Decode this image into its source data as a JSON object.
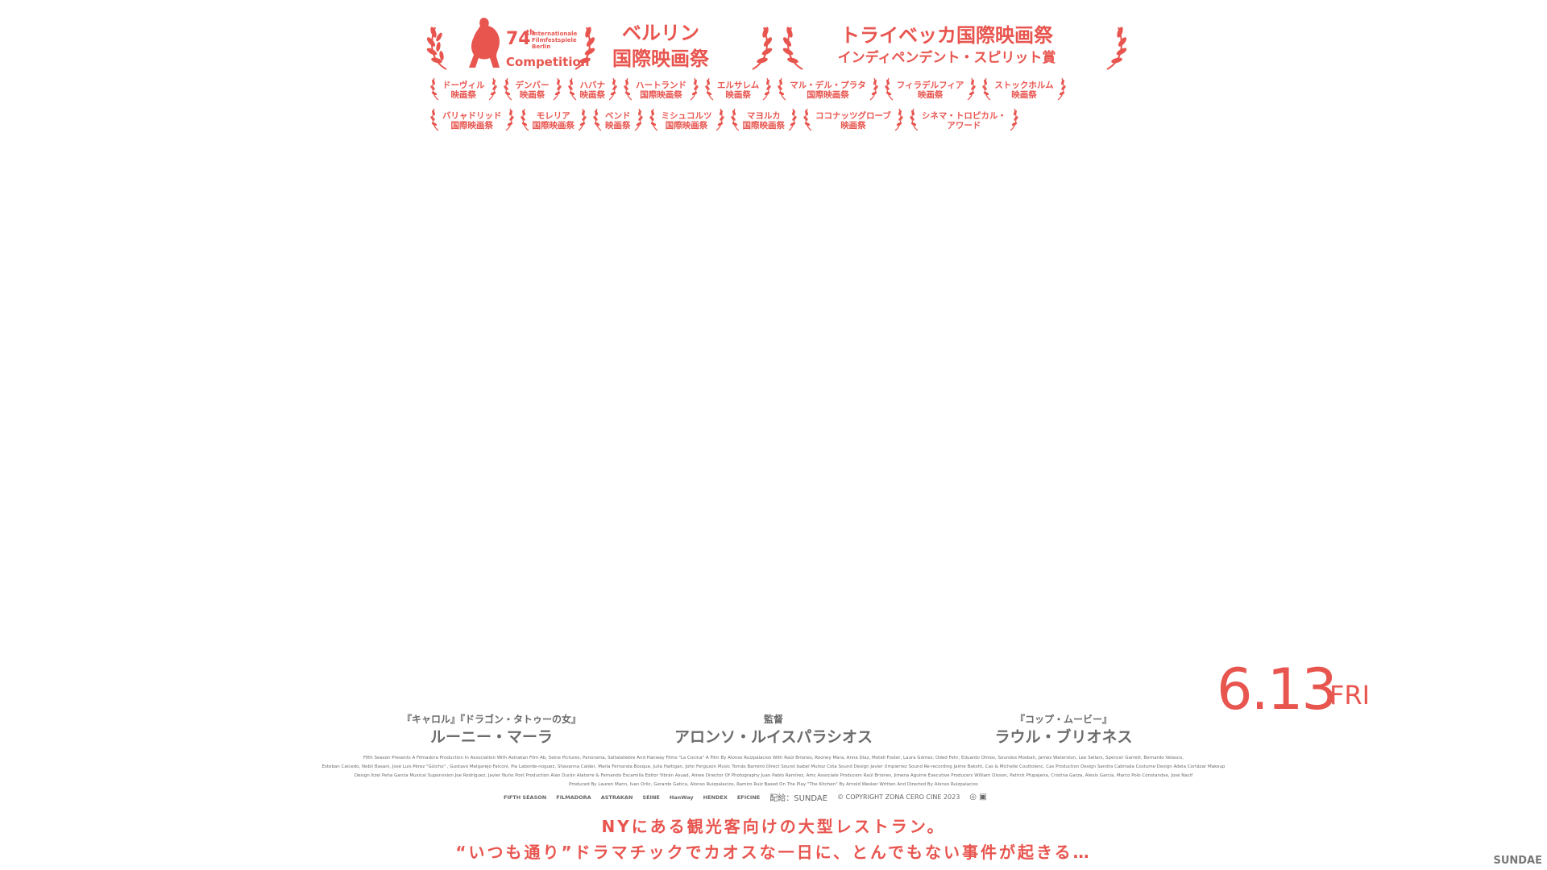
{
  "awards": {
    "berlinale": {
      "number": "74",
      "number_suffix": "th",
      "small_lines": [
        "Internationale",
        "Filmfestspiele",
        "Berlin"
      ],
      "competition": "Competition"
    },
    "berlin": [
      "ベルリン",
      "国際映画祭"
    ],
    "tribeca": [
      "トライベッカ国際映画祭",
      "インディペンデント・スピリット賞"
    ]
  },
  "festivals_row1": [
    [
      "ドーヴィル",
      "映画祭"
    ],
    [
      "デンバー",
      "映画祭"
    ],
    [
      "ハバナ",
      "映画祭"
    ],
    [
      "ハートランド",
      "国際映画祭"
    ],
    [
      "エルサレム",
      "映画祭"
    ],
    [
      "マル・デル・プラタ",
      "国際映画祭"
    ],
    [
      "フィラデルフィア",
      "映画祭"
    ],
    [
      "ストックホルム",
      "映画祭"
    ]
  ],
  "festivals_row2": [
    [
      "バリャドリッド",
      "国際映画祭"
    ],
    [
      "モレリア",
      "国際映画祭"
    ],
    [
      "ベンド",
      "映画祭"
    ],
    [
      "ミシュコルツ",
      "国際映画祭"
    ],
    [
      "マヨルカ",
      "国際映画祭"
    ],
    [
      "ココナッツグローブ",
      "映画祭"
    ],
    [
      "シネマ・トロピカル・",
      "アワード"
    ]
  ],
  "release": {
    "date": "6.13",
    "day": "FRI"
  },
  "cast": [
    {
      "credit": "『キャロル』『ドラゴン・タトゥーの女』",
      "name": "ルーニー・マーラ"
    },
    {
      "credit": "監督",
      "name": "アロンソ・ルイスパラシオス"
    },
    {
      "credit": "『コップ・ムービー』",
      "name": "ラウル・ブリオネス"
    }
  ],
  "fine_print": [
    "Fifth Season Presents A Filmadora Production    In Association With Astrakan Film Ab, Seine Pictures, Panorama, Saltalaliebre And Hanway Films \"La Cocina\" A Film By Alonso Ruizpalacios With Raúl Briones, Rooney Mara, Anna Díaz, Motell Foster, Laura Gómez, Oded Fehr, Eduardo Olmos, Soundos Mosbah, James Waterston, Lee Sellars, Spencer Garrett, Bernardo Velasco,",
    "Esteban Caicedo, Nebli Basani, José Luis Pérez \"Güicho\" , Gustavo Melgarejo Falconi, Pia Laborde-noguez, Shavanna Calder, María Fernanda Bosque, Julia Haltigan, John Ferguson Music Tomás Barreiro Direct Sound Isabel Muñoz Cota Sound Design Javier Umpierrez Sound Re-recording Jaime Baksht, Cas & Michelle Couttolenc, Cas Production Design Sandra Cabriada Costume Design Adela Cortázar Makeup",
    "Design Itzel Peña García Musical Supervision Joe Rodríguez, Javier Nuño Post Production Alan Durán Alatorre & Fernando Escamilla Editor Yibrán Asuad, Amee Director Of Photography Juan Pablo Ramírez, Amc   Associate Producers Raúl Briones, Jimena Aguirre Executive Producers William Olsson, Patrick Pfupajena, Cristina Garza, Alexis García, Marco Polo Constandse, José Nacif",
    "Produced By Lauren Mann, Ivan Orlic, Gerardo Gatica, Alonso Ruizpalacios, Ramiro Ruiz Based On The Play \"The Kitchen\" By Arnold Wesker Written And Directed By Alonso Ruizpalacios"
  ],
  "logos": [
    "FIFTH SEASON",
    "FILMADORA",
    "ASTRAKAN",
    "SEINE",
    "HanWay",
    "HENDEX",
    "EFICINE"
  ],
  "distribution": "配給：SUNDAE",
  "copyright": "© COPYRIGHT ZONA CERO CINE 2023",
  "tagline": [
    "NYにある観光客向けの大型レストラン。",
    "“いつも通り”ドラマチックでカオスな一日に、とんでもない事件が起きる…"
  ],
  "corner_logo": "SUNDAE",
  "colors": {
    "accent": "#e8554f",
    "text_gray": "#6b6b6b"
  }
}
